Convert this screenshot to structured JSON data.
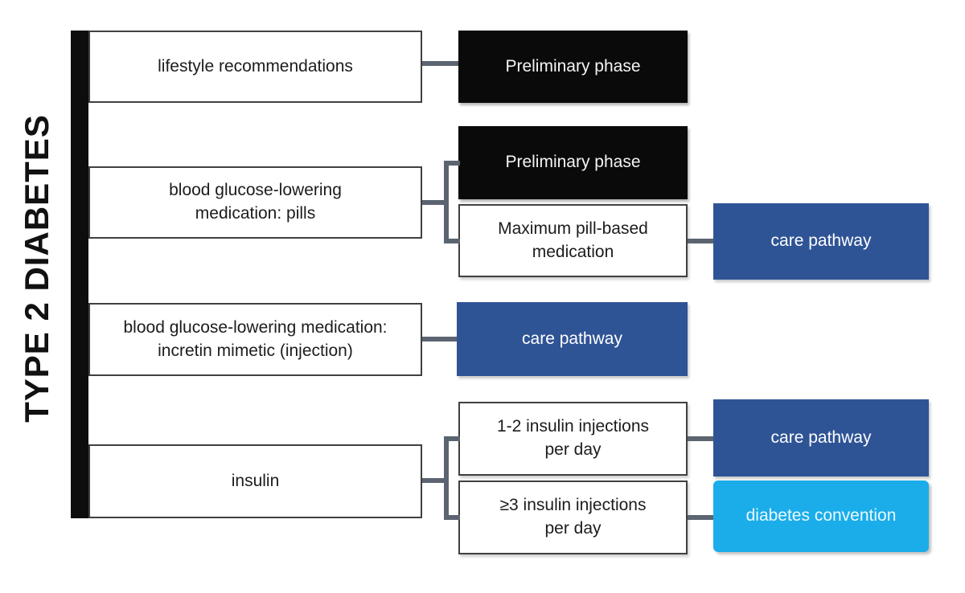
{
  "title": "TYPE 2 DIABETES",
  "colors": {
    "stage_bar": "#0d0d0d",
    "black_box": "#0a0a0a",
    "dark_blue": "#2f5496",
    "light_blue": "#1badea",
    "connector": "#5b6470",
    "box_border": "#404040"
  },
  "stages": {
    "lifestyle": {
      "lines": [
        "lifestyle recommendations"
      ]
    },
    "pills": {
      "lines": [
        "blood glucose-lowering",
        "medication: pills"
      ]
    },
    "incretin": {
      "lines": [
        "blood glucose-lowering medication:",
        "incretin mimetic (injection)"
      ]
    },
    "insulin": {
      "lines": [
        "insulin"
      ]
    }
  },
  "nodes": {
    "preliminary_1": {
      "label": "Preliminary phase"
    },
    "preliminary_2": {
      "label": "Preliminary phase"
    },
    "maximum_pills": {
      "lines": [
        "Maximum pill-based",
        "medication"
      ]
    },
    "care_pathway_1": {
      "label": "care pathway"
    },
    "care_pathway_2": {
      "label": "care pathway"
    },
    "injections_1_2": {
      "lines": [
        "1-2 insulin injections",
        "per day"
      ]
    },
    "injections_3plus": {
      "lines": [
        "≥3 insulin injections",
        "per day"
      ]
    },
    "care_pathway_3": {
      "label": "care pathway"
    },
    "diabetes_convention": {
      "label": "diabetes convention"
    }
  }
}
